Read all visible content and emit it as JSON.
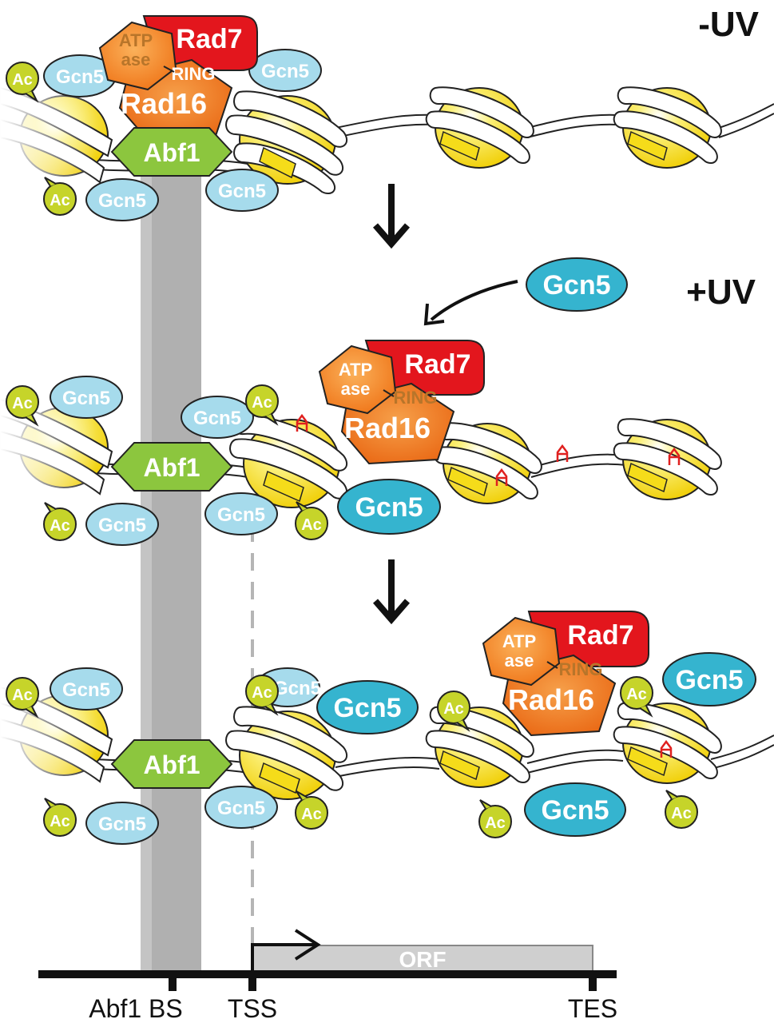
{
  "labels": {
    "minus_uv": "-UV",
    "plus_uv": "+UV",
    "orf": "ORF",
    "abf1_bs": "Abf1 BS",
    "tss": "TSS",
    "tes": "TES"
  },
  "proteins": {
    "rad7": "Rad7",
    "rad16": "Rad16",
    "atp": "ATP",
    "ase": "ase",
    "ring": "RING",
    "abf1": "Abf1",
    "gcn5": "Gcn5",
    "ac": "Ac"
  },
  "colors": {
    "rad7": "#e3161d",
    "rad16": "#f07a1e",
    "abf1": "#8cc63e",
    "gcn5_bound": "#35b4cf",
    "gcn5_faded": "#a6dbec",
    "acetyl": "#c6d42a",
    "nucleosome": "#f7e21b",
    "band": "#a8a8a8",
    "uv_lesion": "#e0201f"
  }
}
